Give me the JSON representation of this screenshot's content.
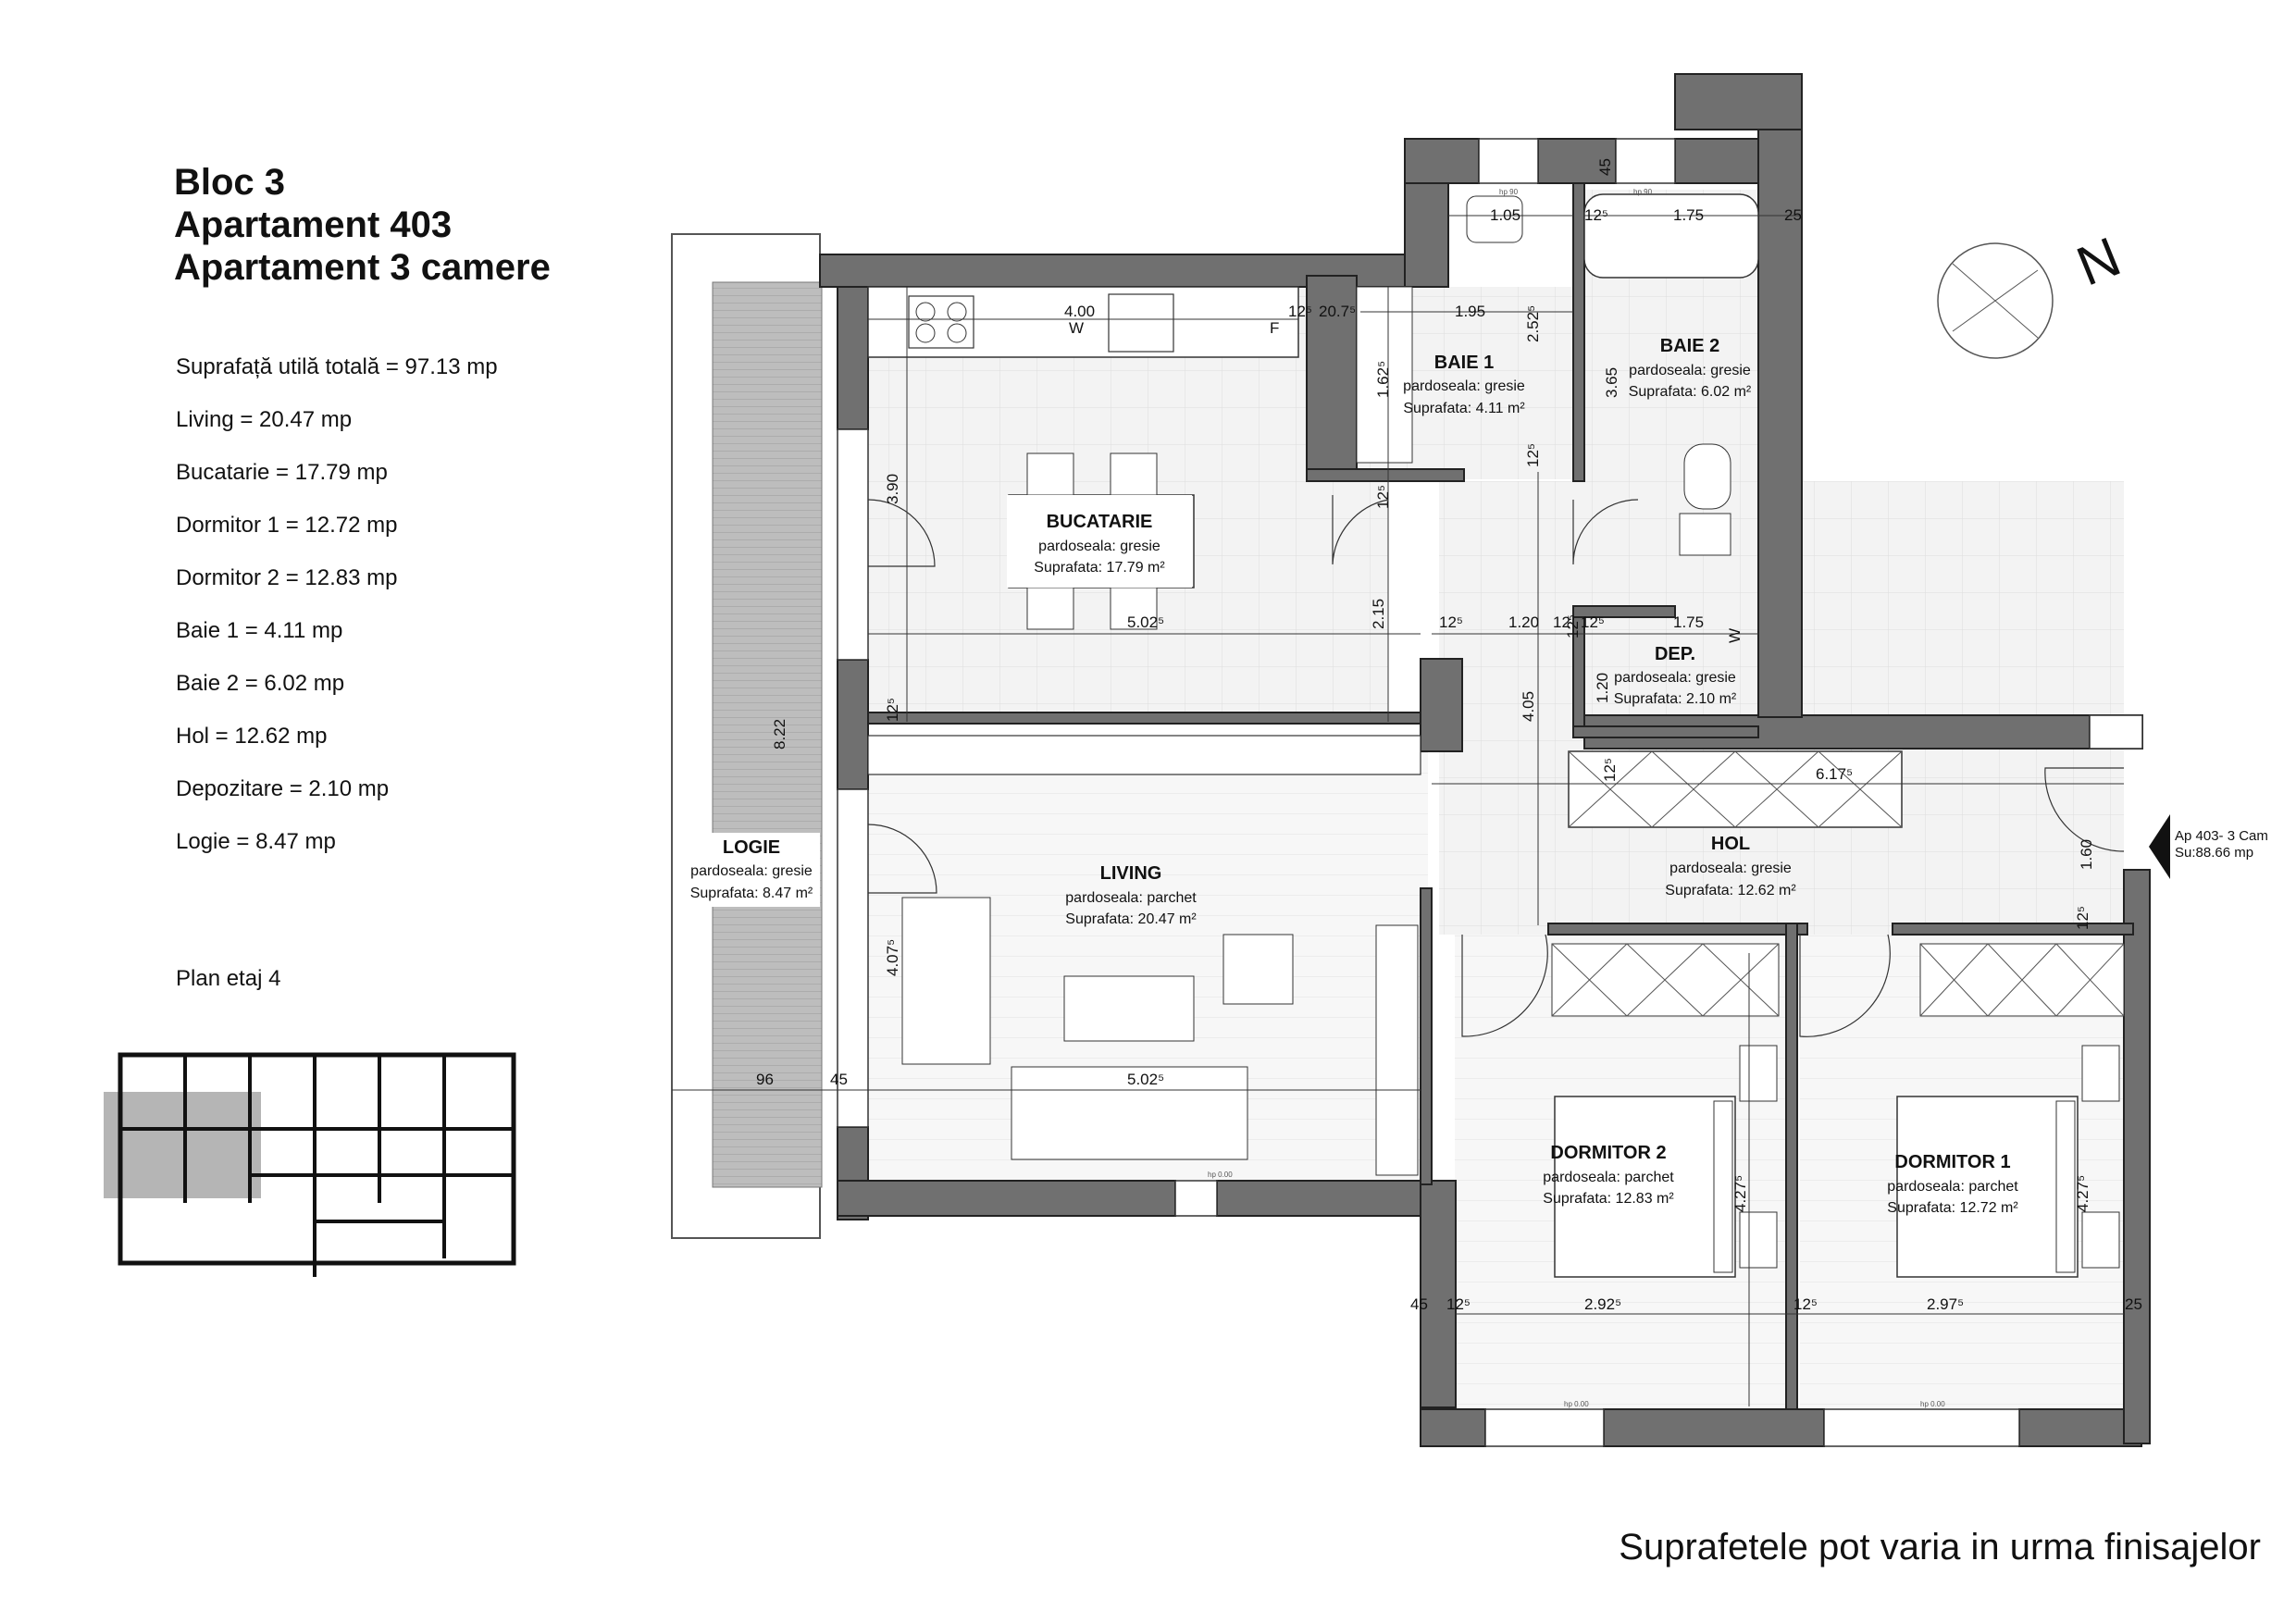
{
  "header": {
    "block": "Bloc 3",
    "apartment": "Apartament 403",
    "type": "Apartament 3 camere"
  },
  "summary": {
    "total": "Suprafață utilă totală = 97.13 mp",
    "items": [
      "Living = 20.47 mp",
      "Bucatarie = 17.79 mp",
      "Dormitor 1 = 12.72 mp",
      "Dormitor 2 = 12.83 mp",
      "Baie 1 = 4.11 mp",
      "Baie 2 = 6.02 mp",
      "Hol = 12.62 mp",
      "Depozitare = 2.10 mp",
      "Logie = 8.47 mp"
    ]
  },
  "plan_level": "Plan etaj 4",
  "disclaimer": "Suprafetele pot varia in urma finisajelor",
  "compass": {
    "label": "N"
  },
  "entry_tag": {
    "line1": "Ap 403- 3 Cam",
    "line2": "Su:88.66 mp"
  },
  "rooms": {
    "bucatarie": {
      "name": "BUCATARIE",
      "floor": "pardoseala: gresie",
      "area": "Suprafata: 17.79 m²"
    },
    "baie1": {
      "name": "BAIE 1",
      "floor": "pardoseala: gresie",
      "area": "Suprafata: 4.11 m²"
    },
    "baie2": {
      "name": "BAIE 2",
      "floor": "pardoseala: gresie",
      "area": "Suprafata: 6.02 m²"
    },
    "dep": {
      "name": "DEP.",
      "floor": "pardoseala: gresie",
      "area": "Suprafata: 2.10 m²"
    },
    "hol": {
      "name": "HOL",
      "floor": "pardoseala: gresie",
      "area": "Suprafata: 12.62 m²"
    },
    "living": {
      "name": "LIVING",
      "floor": "pardoseala: parchet",
      "area": "Suprafata: 20.47 m²"
    },
    "logie": {
      "name": "LOGIE",
      "floor": "pardoseala: gresie",
      "area": "Suprafata: 8.47 m²"
    },
    "dormitor2": {
      "name": "DORMITOR 2",
      "floor": "pardoseala: parchet",
      "area": "Suprafata: 12.83 m²"
    },
    "dormitor1": {
      "name": "DORMITOR 1",
      "floor": "pardoseala: parchet",
      "area": "Suprafata: 12.72 m²"
    }
  },
  "dimensions": {
    "d400": "4.00",
    "d195": "1.95",
    "d105": "1.05",
    "d175a": "1.75",
    "d175b": "1.75",
    "d390": "3.90",
    "d5025a": "5.02⁵",
    "d5025b": "5.02⁵",
    "d215": "2.15",
    "d120a": "1.20",
    "d120b": "1.20",
    "d405": "4.05",
    "d6175": "6.17⁵",
    "d160": "1.60",
    "d822": "8.22",
    "d4075": "4.07⁵",
    "d96": "96",
    "d45a": "45",
    "d45b": "45",
    "d45c": "45",
    "d2925": "2.92⁵",
    "d2975": "2.97⁵",
    "d4275a": "4.27⁵",
    "d4275b": "4.27⁵",
    "d365": "3.65",
    "d1625": "1.62⁵",
    "d2525": "2.52⁵",
    "d125a": "12⁵",
    "d125b": "12⁵",
    "d125c": "12⁵",
    "d125d": "12⁵",
    "d125e": "12⁵",
    "d125f": "12⁵",
    "d125g": "12⁵",
    "d125h": "12⁵",
    "d125i": "12⁵",
    "d125j": "12⁵",
    "d125k": "12⁵",
    "d125l": "12⁵",
    "d25a": "25",
    "d25b": "25",
    "d2075": "20.7⁵",
    "d12": "12"
  },
  "window_tags": {
    "hp": "hp 0.00",
    "hp90": "hp 90"
  },
  "appliance_marks": {
    "w1": "W",
    "f": "F",
    "w2": "W"
  }
}
